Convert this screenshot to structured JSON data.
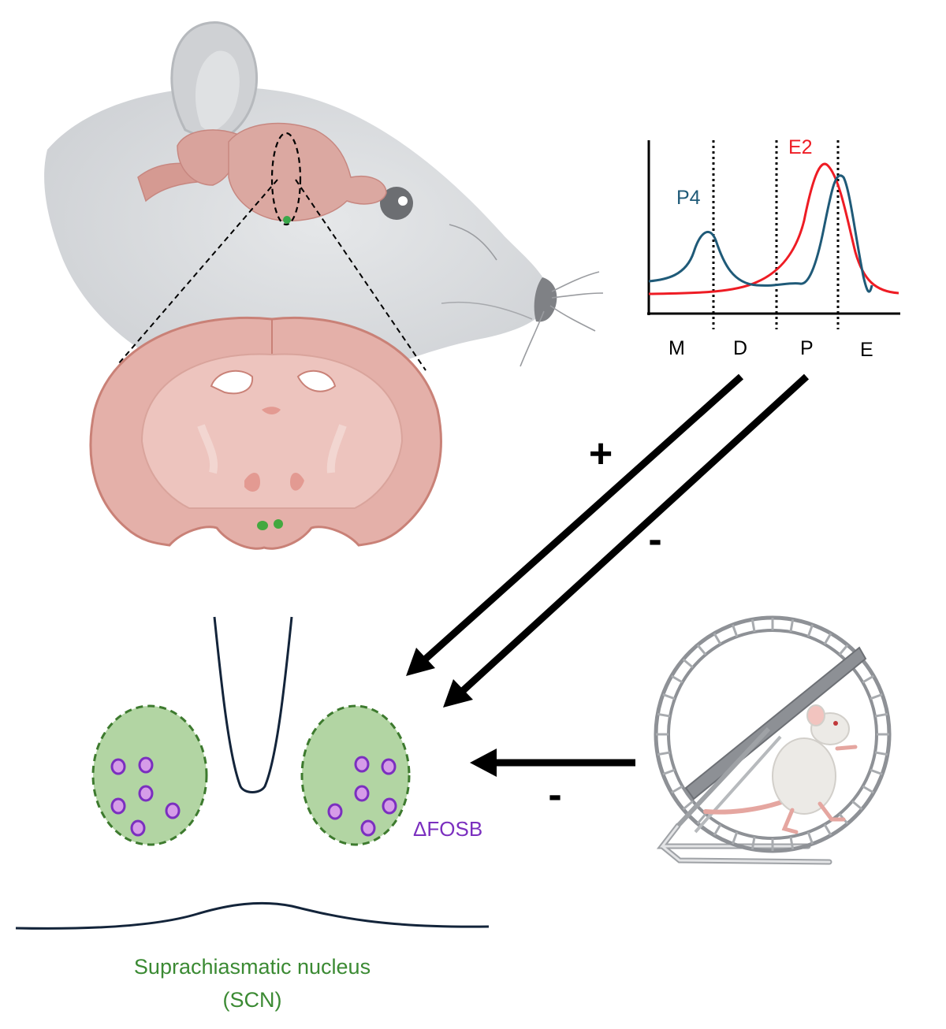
{
  "hormone_plot": {
    "series": [
      {
        "name": "P4",
        "color": "#1f5a78"
      },
      {
        "name": "E2",
        "color": "#ee1c24"
      }
    ],
    "phases": [
      "M",
      "D",
      "P",
      "E"
    ]
  },
  "effects": {
    "d_to_scn": "+",
    "p_to_scn": "-",
    "wheel_to_scn": "-"
  },
  "scn": {
    "marker": "ΔFOSB",
    "marker_color": "#7b2fbf",
    "fill_color": "#a9d19a",
    "label_line1": "Suprachiasmatic nucleus",
    "label_line2": "(SCN)",
    "label_color": "#3b8a33"
  }
}
